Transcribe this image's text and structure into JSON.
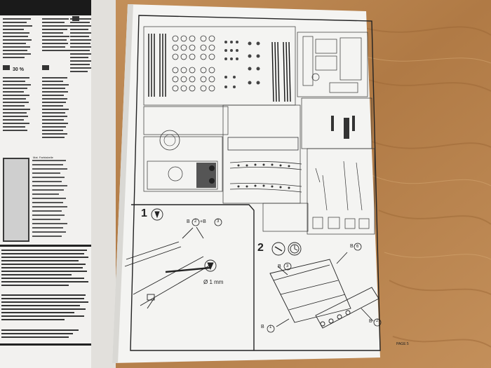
{
  "scene": {
    "left_page": {
      "percent_label": "30 %",
      "legend_title": "Mat. Farbtabelle"
    },
    "main_page": {
      "page_label": "PAGE 5",
      "step1": {
        "number": "1",
        "parts": [
          "B",
          "2",
          "+B",
          "3"
        ],
        "dimension": "Ø 1 mm"
      },
      "step2": {
        "number": "2",
        "part_top": "B",
        "part_top_num": "6",
        "callouts": [
          {
            "l": "B",
            "n": "3"
          },
          {
            "l": "B",
            "n": "1"
          },
          {
            "l": "B",
            "n": "2"
          }
        ]
      }
    }
  }
}
